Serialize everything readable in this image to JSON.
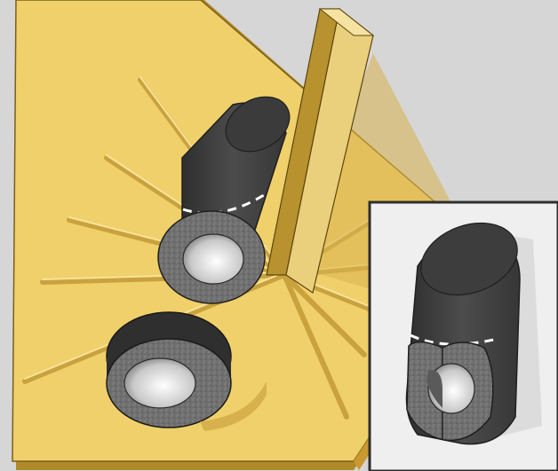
{
  "illustration": {
    "subject": "insulation-tube-cutting-jig",
    "palette": {
      "background": "#d6d6d6",
      "board": "#f0d06a",
      "board_edge": "#b08a2a",
      "groove": "#c9a23e",
      "fence": "#ead07c",
      "foam_dark": "#4a4a4a",
      "foam_cut_face": "#6b6b6b",
      "bore": "#e8e8e8",
      "dash": "#ffffff",
      "inset_panel": "#efefef",
      "inset_border": "#2e2e2e"
    },
    "icons": [
      "cutting-board",
      "guide-fence",
      "foam-tube-icon",
      "cut-ring-icon",
      "notched-tube-icon"
    ]
  }
}
